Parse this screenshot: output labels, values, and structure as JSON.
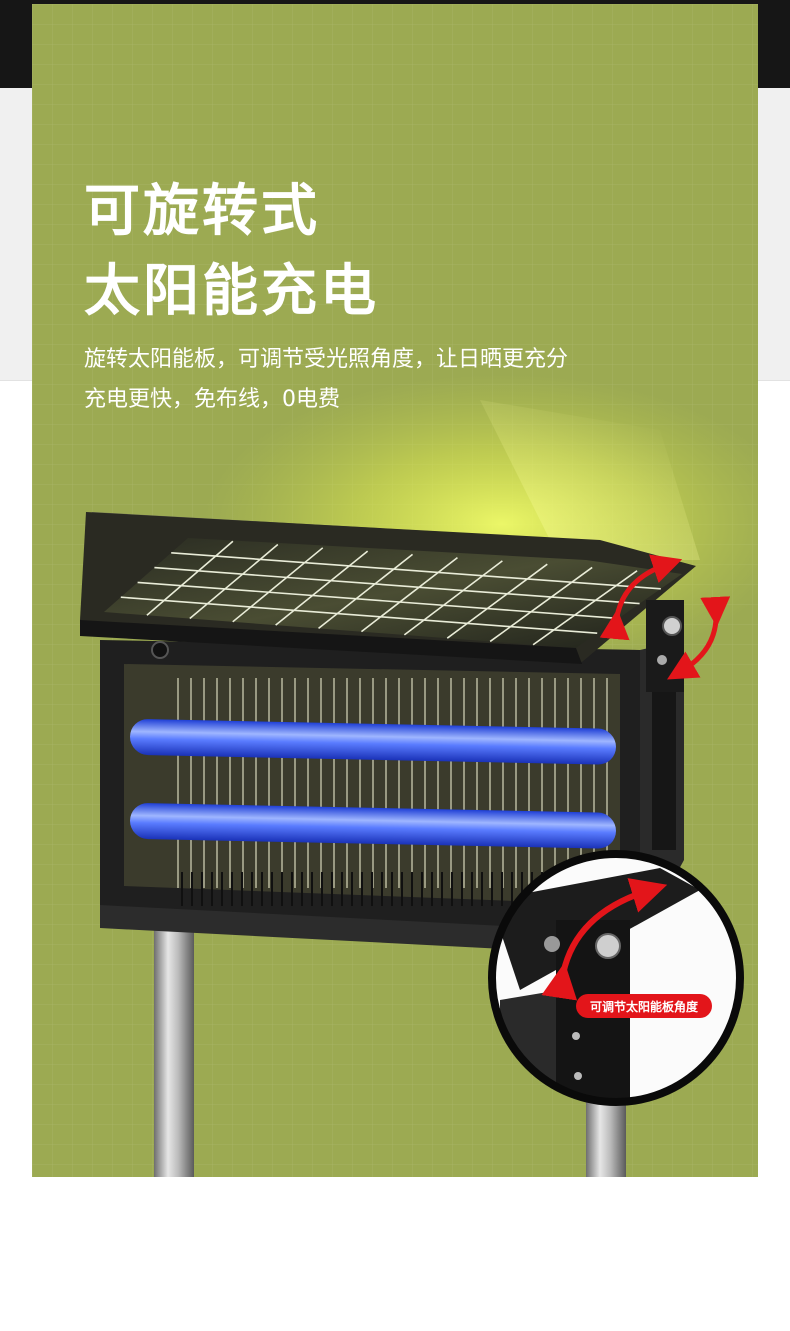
{
  "headline": {
    "line1": "可旋转式",
    "line2": "太阳能充电"
  },
  "description": {
    "line1": "旋转太阳能板，可调节受光照角度，让日晒更充分",
    "line2": "充电更快，免布线，0电费"
  },
  "callout": {
    "label": "可调节太阳能板角度"
  },
  "colors": {
    "panel_green": "#9caa52",
    "uv_blue": "#3c6cff",
    "arrow_red": "#e3151a",
    "frame_black": "#1c1c1c"
  },
  "icons": [
    "rotate-arrow-icon",
    "sun-glow"
  ]
}
